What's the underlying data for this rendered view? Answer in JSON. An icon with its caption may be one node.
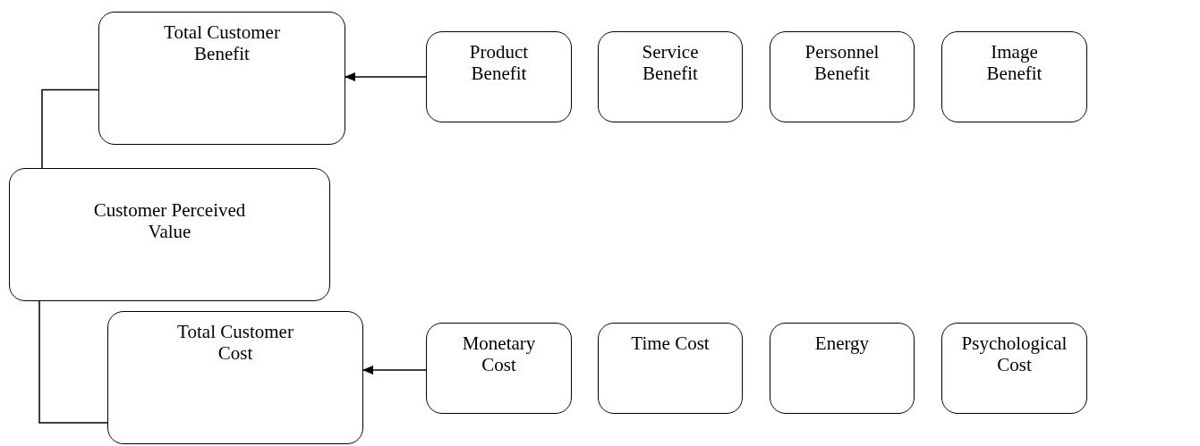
{
  "diagram": {
    "nodes": [
      {
        "text": [
          "Total Customer Benefit"
        ]
      },
      {
        "text": [
          "Product Benefit"
        ]
      },
      {
        "text": [
          "Service Benefit"
        ]
      },
      {
        "text": [
          "Personnel Benefit"
        ]
      },
      {
        "text": [
          "Image Benefit"
        ]
      },
      {
        "text": [
          "Customer Perceived Value"
        ]
      },
      {
        "text": [
          "Total Customer Cost"
        ]
      },
      {
        "text": [
          "Monetary Cost"
        ]
      },
      {
        "text": [
          "Time Cost"
        ]
      },
      {
        "text": [
          "Energy"
        ]
      },
      {
        "text": [
          "Psychological Cost"
        ]
      }
    ],
    "edges": [
      {
        "from": 1,
        "to": 0,
        "arrow": "to"
      },
      {
        "from": 7,
        "to": 6,
        "arrow": "to"
      },
      {
        "from": 0,
        "to": 5,
        "arrow": "none"
      },
      {
        "from": 5,
        "to": 6,
        "arrow": "none"
      }
    ]
  }
}
